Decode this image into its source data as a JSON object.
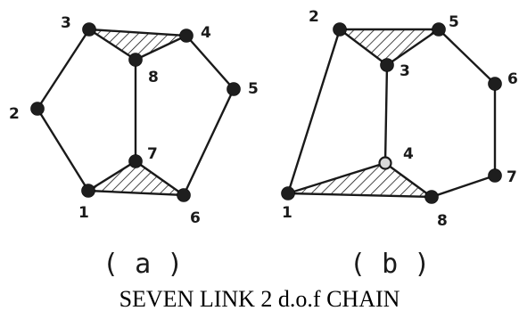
{
  "caption": "SEVEN LINK 2 d.o.f  CHAIN",
  "diagram_a": {
    "label": "( a )",
    "joint_labels": {
      "j1": "1",
      "j2": "2",
      "j3": "3",
      "j4": "4",
      "j5": "5",
      "j6": "6",
      "j7": "7",
      "j8": "8"
    }
  },
  "diagram_b": {
    "label": "( b )",
    "joint_labels": {
      "j1": "1",
      "j2": "2",
      "j3": "3",
      "j4": "4",
      "j5": "5",
      "j6": "6",
      "j7": "7",
      "j8": "8"
    }
  }
}
